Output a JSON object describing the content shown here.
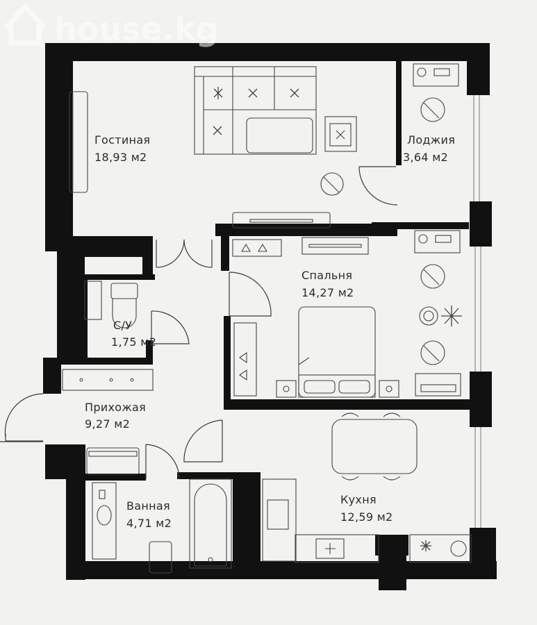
{
  "watermark": {
    "text": "house.kg",
    "icon": "house-icon"
  },
  "rooms": [
    {
      "id": "living",
      "name": "Гостиная",
      "area": "18,93 м2"
    },
    {
      "id": "loggia",
      "name": "Лоджия",
      "area": "3,64 м2"
    },
    {
      "id": "bedroom",
      "name": "Спальня",
      "area": "14,27 м2"
    },
    {
      "id": "wc",
      "name": "С/У",
      "area": "1,75 м2"
    },
    {
      "id": "hall",
      "name": "Прихожая",
      "area": "9,27 м2"
    },
    {
      "id": "bathroom",
      "name": "Ванная",
      "area": "4,71 м2"
    },
    {
      "id": "kitchen",
      "name": "Кухня",
      "area": "12,59 м2"
    }
  ],
  "colors": {
    "wall": "#111111",
    "paper": "#f2f2f0",
    "line": "#3a3a3a"
  }
}
